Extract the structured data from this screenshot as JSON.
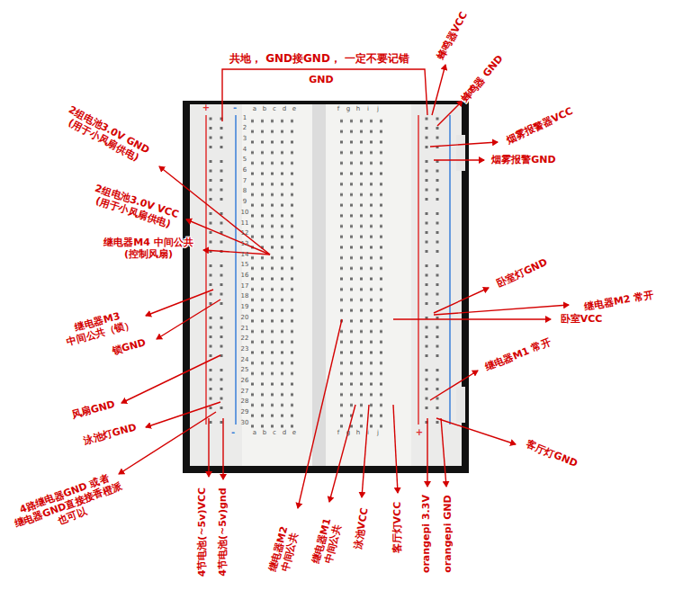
{
  "diagram": {
    "labels": [
      "共地， GND接GND， 一定不要记错",
      "GND",
      "蜂鸣器VCC",
      "蜂鸣器 GND",
      "烟雾报警器VCC",
      "烟雾报警GND",
      "2组电池3.0V GND (用于小风扇供电)",
      "2组电池3.0V VCC (用于小风扇供电)",
      "继电器M4 中间公共 (控制风扇)",
      "继电器M3 中间公共（锁）",
      "锁GND",
      "风扇GND",
      "泳池灯GND",
      "4路继电器GND 或者 继电器GND直接接香橙派 也可以",
      "4节电池(~5v)VCC",
      "4节电池(~5v)gnd",
      "继电器M2 中间公共",
      "继电器M1 中间公共",
      "泳池VCC",
      "客厅灯VCC",
      "orangepi 3.3V",
      "orangepi GND",
      "卧室灯GND",
      "继电器M2 常开",
      "卧室VCC",
      "继电器M1 常开",
      "客厅灯GND",
      "a",
      "b",
      "c",
      "d",
      "e",
      "f",
      "g",
      "h",
      "i",
      "j",
      "1",
      "2",
      "3",
      "4",
      "5",
      "6",
      "7",
      "8",
      "9",
      "10",
      "11",
      "12",
      "13",
      "14",
      "15",
      "16",
      "17",
      "18",
      "19",
      "20",
      "21",
      "22",
      "23",
      "24",
      "25",
      "26",
      "27",
      "28",
      "29",
      "30",
      "a",
      "b",
      "c",
      "d",
      "e",
      "f",
      "g",
      "h",
      "i",
      "j",
      "+",
      "-",
      "-",
      "+"
    ]
  }
}
